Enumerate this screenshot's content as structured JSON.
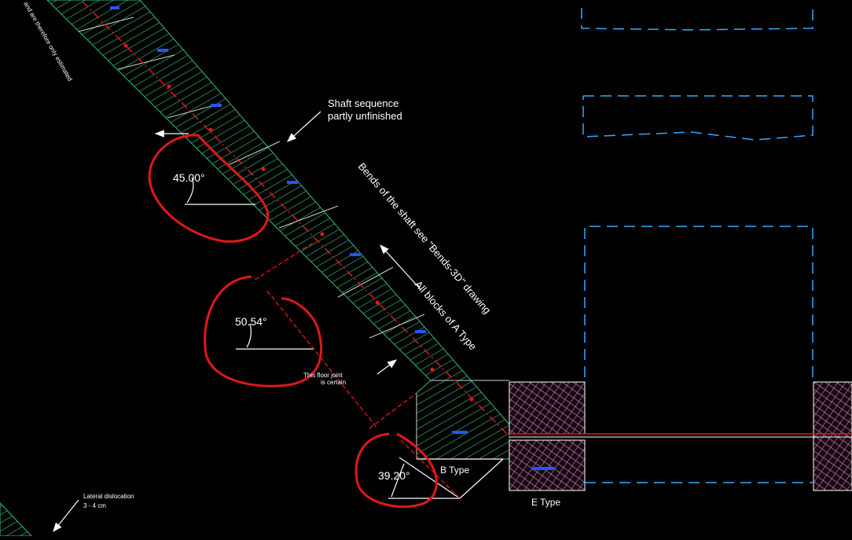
{
  "drawing": {
    "top_note": "and are therefore only estimated",
    "shaft_note_line1": "Shaft sequence",
    "shaft_note_line2": "partly unfinished",
    "bends_note": "Bends of the shaft see \"Bends-3D\" drawing",
    "blocks_note": "All blocks of A Type",
    "floor_joint_line1": "This floor joint",
    "floor_joint_line2": "is certain",
    "lateral_line1": "Lateral dislocation",
    "lateral_line2": "3 - 4 cm",
    "type_b": "B Type",
    "type_e": "E Type"
  },
  "angles": {
    "a1": "45.00°",
    "a2": "50.54°",
    "a3": "39.20°"
  },
  "colors": {
    "background": "#000000",
    "hatch_green": "#2fbf7a",
    "hatch_pink": "#d9a6c9",
    "dashed_blue": "#33aaff",
    "annotation_red": "#e01818",
    "text": "#ffffff"
  }
}
